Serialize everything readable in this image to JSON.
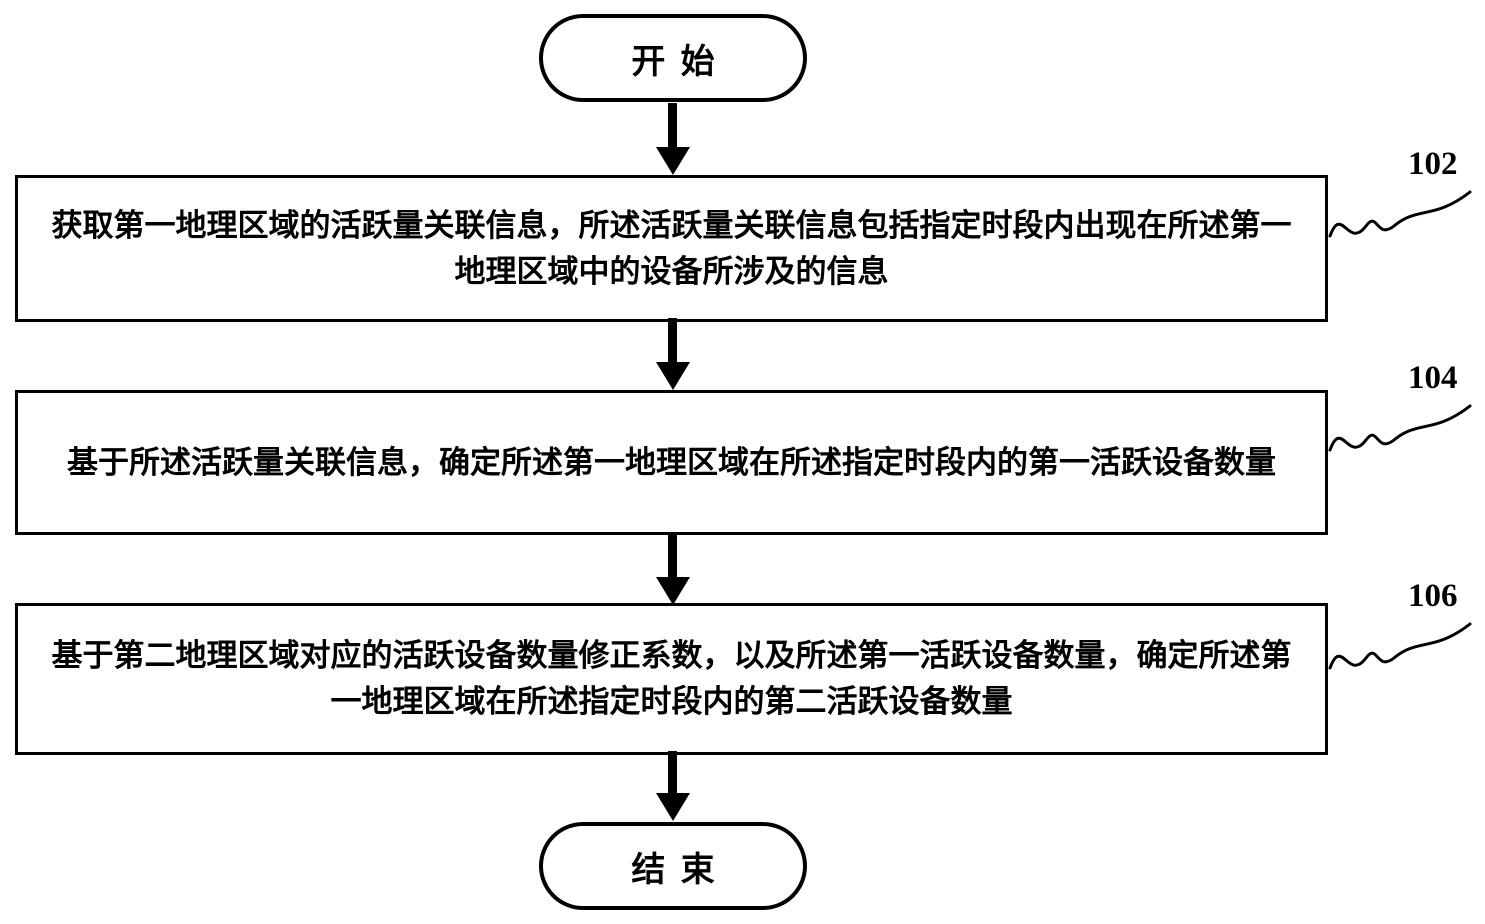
{
  "page": {
    "background_color": "#ffffff",
    "stroke_color": "#000000"
  },
  "flowchart": {
    "start": {
      "label": "开始"
    },
    "end": {
      "label": "结束"
    },
    "steps": [
      {
        "ref": "102",
        "text": "获取第一地理区域的活跃量关联信息，所述活跃量关联信息包括指定时段内出现在所述第一地理区域中的设备所涉及的信息"
      },
      {
        "ref": "104",
        "text": "基于所述活跃量关联信息，确定所述第一地理区域在所述指定时段内的第一活跃设备数量"
      },
      {
        "ref": "106",
        "text": "基于第二地理区域对应的活跃设备数量修正系数，以及所述第一活跃设备数量，确定所述第一地理区域在所述指定时段内的第二活跃设备数量"
      }
    ]
  }
}
